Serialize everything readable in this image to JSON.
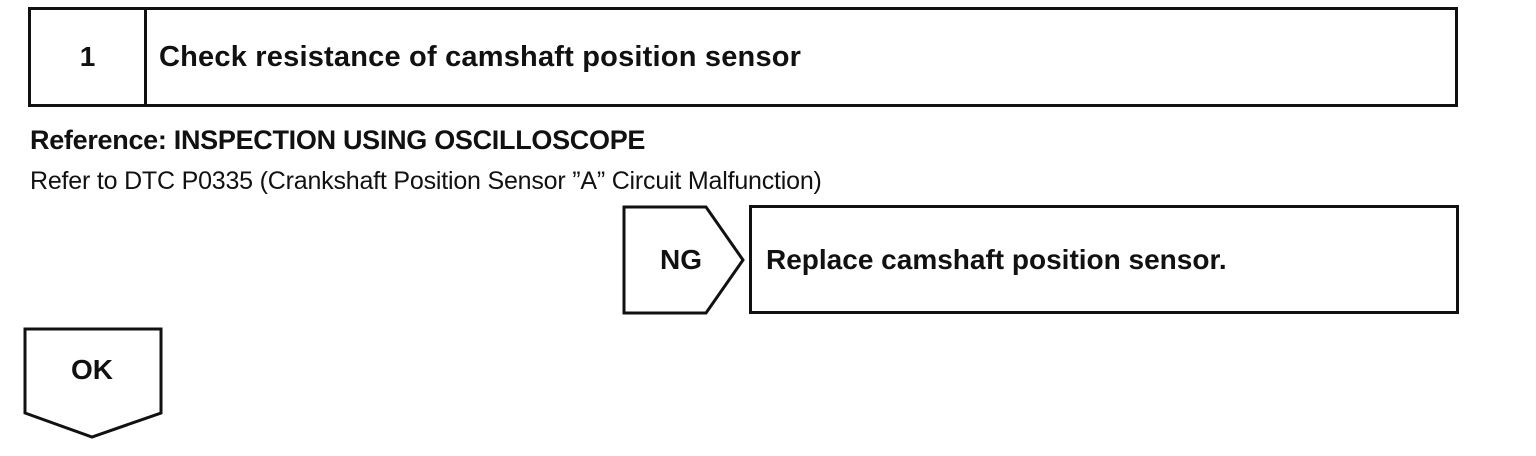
{
  "step": {
    "number": "1",
    "title": "Check resistance of camshaft position sensor"
  },
  "reference": {
    "heading": "Reference: INSPECTION USING OSCILLOSCOPE",
    "text": "Refer to DTC P0335 (Crankshaft Position Sensor ”A” Circuit Malfunction)"
  },
  "ng_branch": {
    "label": "NG",
    "action": "Replace camshaft position sensor."
  },
  "ok_branch": {
    "label": "OK"
  }
}
